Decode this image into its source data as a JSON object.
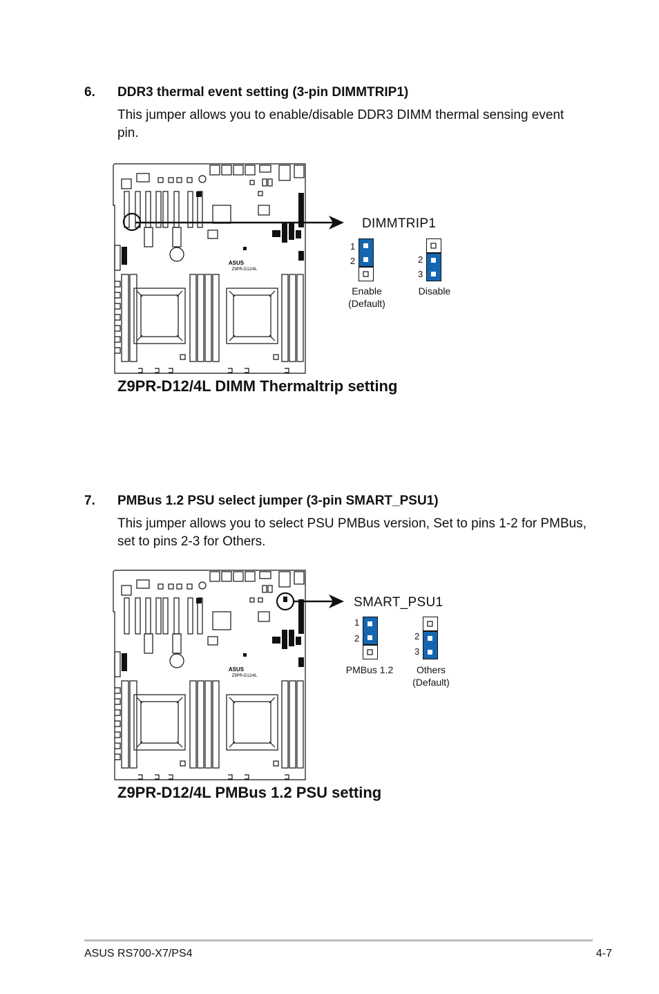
{
  "section6": {
    "number": "6.",
    "heading": "DDR3 thermal event setting (3-pin DIMMTRIP1)",
    "body": "This jumper allows you to enable/disable DDR3 DIMM thermal sensing event pin.",
    "board_text": "Z9PR-D12/4L",
    "board_logo": "ASUS",
    "jumper_name": "DIMMTRIP1",
    "option_a": {
      "pins": [
        "1",
        "2"
      ],
      "label": "Enable",
      "note": "(Default)"
    },
    "option_b": {
      "pins": [
        "2",
        "3"
      ],
      "label": "Disable"
    },
    "caption": "Z9PR-D12/4L DIMM Thermaltrip setting"
  },
  "section7": {
    "number": "7.",
    "heading": "PMBus 1.2 PSU select jumper (3-pin SMART_PSU1)",
    "body": "This jumper allows you to select PSU PMBus version,  Set to pins 1-2 for PMBus, set to pins 2-3 for Others.",
    "board_text": "Z9PR-D12/4L",
    "board_logo": "ASUS",
    "jumper_name": "SMART_PSU1",
    "option_a": {
      "pins": [
        "1",
        "2"
      ],
      "label": "PMBus 1.2"
    },
    "option_b": {
      "pins": [
        "2",
        "3"
      ],
      "label": "Others",
      "note": "(Default)"
    },
    "caption": "Z9PR-D12/4L PMBus 1.2 PSU setting"
  },
  "footer": {
    "left": "ASUS RS700-X7/PS4",
    "right": "4-7"
  },
  "colors": {
    "jumper_cap": "#1565b0",
    "rule": "#bdbdbd"
  }
}
